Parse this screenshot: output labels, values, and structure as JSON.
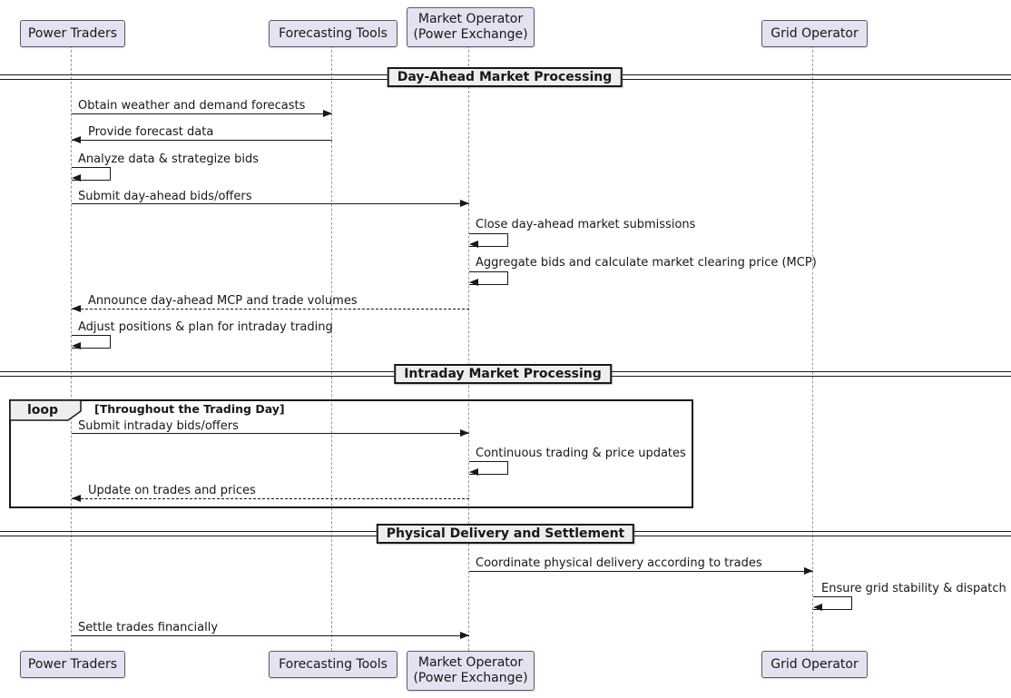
{
  "diagram_type": "sequence",
  "participants": [
    {
      "label": "Power Traders"
    },
    {
      "label": "Forecasting Tools"
    },
    {
      "label": "Market Operator\n(Power Exchange)"
    },
    {
      "label": "Grid Operator"
    }
  ],
  "dividers": [
    {
      "label": "Day-Ahead Market Processing"
    },
    {
      "label": "Intraday Market Processing"
    },
    {
      "label": "Physical Delivery and Settlement"
    }
  ],
  "loop": {
    "keyword": "loop",
    "condition": "[Throughout the Trading Day]"
  },
  "messages": [
    {
      "from": "Power Traders",
      "to": "Forecasting Tools",
      "style": "solid",
      "label": "Obtain weather and demand forecasts"
    },
    {
      "from": "Forecasting Tools",
      "to": "Power Traders",
      "style": "solid",
      "label": "Provide forecast data"
    },
    {
      "from": "Power Traders",
      "to": "Power Traders",
      "style": "self",
      "label": "Analyze data & strategize bids"
    },
    {
      "from": "Power Traders",
      "to": "Market Operator (Power Exchange)",
      "style": "solid",
      "label": "Submit day-ahead bids/offers"
    },
    {
      "from": "Market Operator (Power Exchange)",
      "to": "Market Operator (Power Exchange)",
      "style": "self",
      "label": "Close day-ahead market submissions"
    },
    {
      "from": "Market Operator (Power Exchange)",
      "to": "Market Operator (Power Exchange)",
      "style": "self",
      "label": "Aggregate bids and calculate market clearing price (MCP)"
    },
    {
      "from": "Market Operator (Power Exchange)",
      "to": "Power Traders",
      "style": "dashed",
      "label": "Announce day-ahead MCP and trade volumes"
    },
    {
      "from": "Power Traders",
      "to": "Power Traders",
      "style": "self",
      "label": "Adjust positions & plan for intraday trading"
    },
    {
      "from": "Power Traders",
      "to": "Market Operator (Power Exchange)",
      "style": "solid",
      "label": "Submit intraday bids/offers",
      "in_loop": true
    },
    {
      "from": "Market Operator (Power Exchange)",
      "to": "Market Operator (Power Exchange)",
      "style": "self",
      "label": "Continuous trading & price updates",
      "in_loop": true
    },
    {
      "from": "Market Operator (Power Exchange)",
      "to": "Power Traders",
      "style": "dashed",
      "label": "Update on trades and prices",
      "in_loop": true
    },
    {
      "from": "Market Operator (Power Exchange)",
      "to": "Grid Operator",
      "style": "solid",
      "label": "Coordinate physical delivery according to trades"
    },
    {
      "from": "Grid Operator",
      "to": "Grid Operator",
      "style": "self",
      "label": "Ensure grid stability & dispatch"
    },
    {
      "from": "Power Traders",
      "to": "Market Operator (Power Exchange)",
      "style": "solid",
      "label": "Settle trades financially"
    }
  ],
  "colors": {
    "participant_fill": "#E2E2F0",
    "divider_fill": "#EEEEEE",
    "line": "#181818",
    "lifeline": "#9A9A9A",
    "background": "#FFFFFF"
  }
}
